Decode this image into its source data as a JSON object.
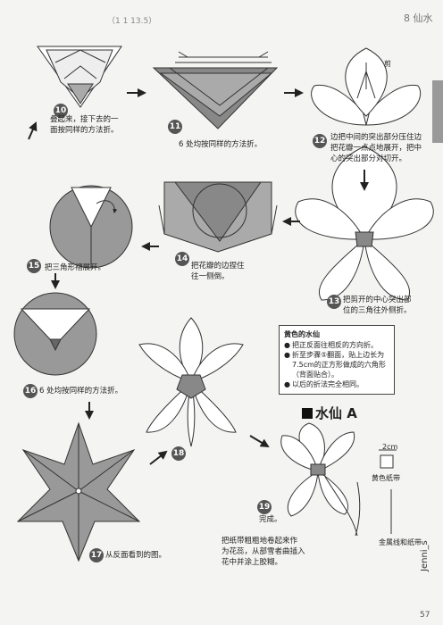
{
  "header": {
    "left": "（1 1 13.5）",
    "right": "8 仙水"
  },
  "steps": [
    {
      "num": "10",
      "text": "叠起来，接下去的一\n面按同样的方法折。"
    },
    {
      "num": "11",
      "text": "6 处均按同样的方法折。"
    },
    {
      "num": "12",
      "text": "边把中间的突出部分压住边\n把花瓣一点点地展开，把中\n心的突出部分对切开。"
    },
    {
      "num": "13",
      "text": "把剪开的中心突出部\n位的三角往外侧折。"
    },
    {
      "num": "14",
      "text": "把花瓣的边捏住\n往一侧倒。"
    },
    {
      "num": "15",
      "text": "把三角形褶展开。"
    },
    {
      "num": "16",
      "text": "6 处均按同样的方法折。"
    },
    {
      "num": "17",
      "text": "从反面看到的图。"
    },
    {
      "num": "18",
      "text": ""
    },
    {
      "num": "19",
      "text": "完成。"
    }
  ],
  "labels": {
    "cut": "剪",
    "stem_note": "把纸带粗粗地卷起来作\n为花蕊，从部雪者曲插入\n花中并涂上胶糊。",
    "paper_tape": "黄色纸带",
    "dim": "2cm",
    "wire": "金属线和纸带"
  },
  "note": {
    "title": "黄色的水仙",
    "items": [
      "把正反面往相反的方向折。",
      "折至步骤⑤翻面，贴上边长为7.5cm的正方形做成的六角形（背面贴合）。",
      "以后的折法完全相同。"
    ]
  },
  "section_title": "水仙 A",
  "watermark": "Jenni_s",
  "page_number": "57"
}
